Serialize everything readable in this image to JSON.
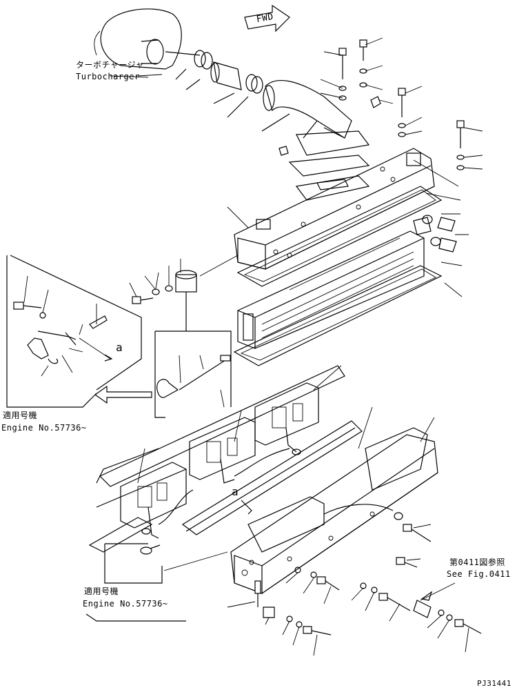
{
  "labels": {
    "turbo_jp": "ターボチャージャ",
    "turbo_en": "Turbocharger",
    "fwd": "FWD",
    "applicable_1": "適用号機",
    "engine_no_1": "Engine No.57736~",
    "applicable_2": "適用号機",
    "engine_no_2": "Engine No.57736~",
    "figref_jp": "第0411図参照",
    "figref_en": "See Fig.0411",
    "callout_a1": "a",
    "callout_a2": "a",
    "drawing_no": "PJ31441"
  }
}
